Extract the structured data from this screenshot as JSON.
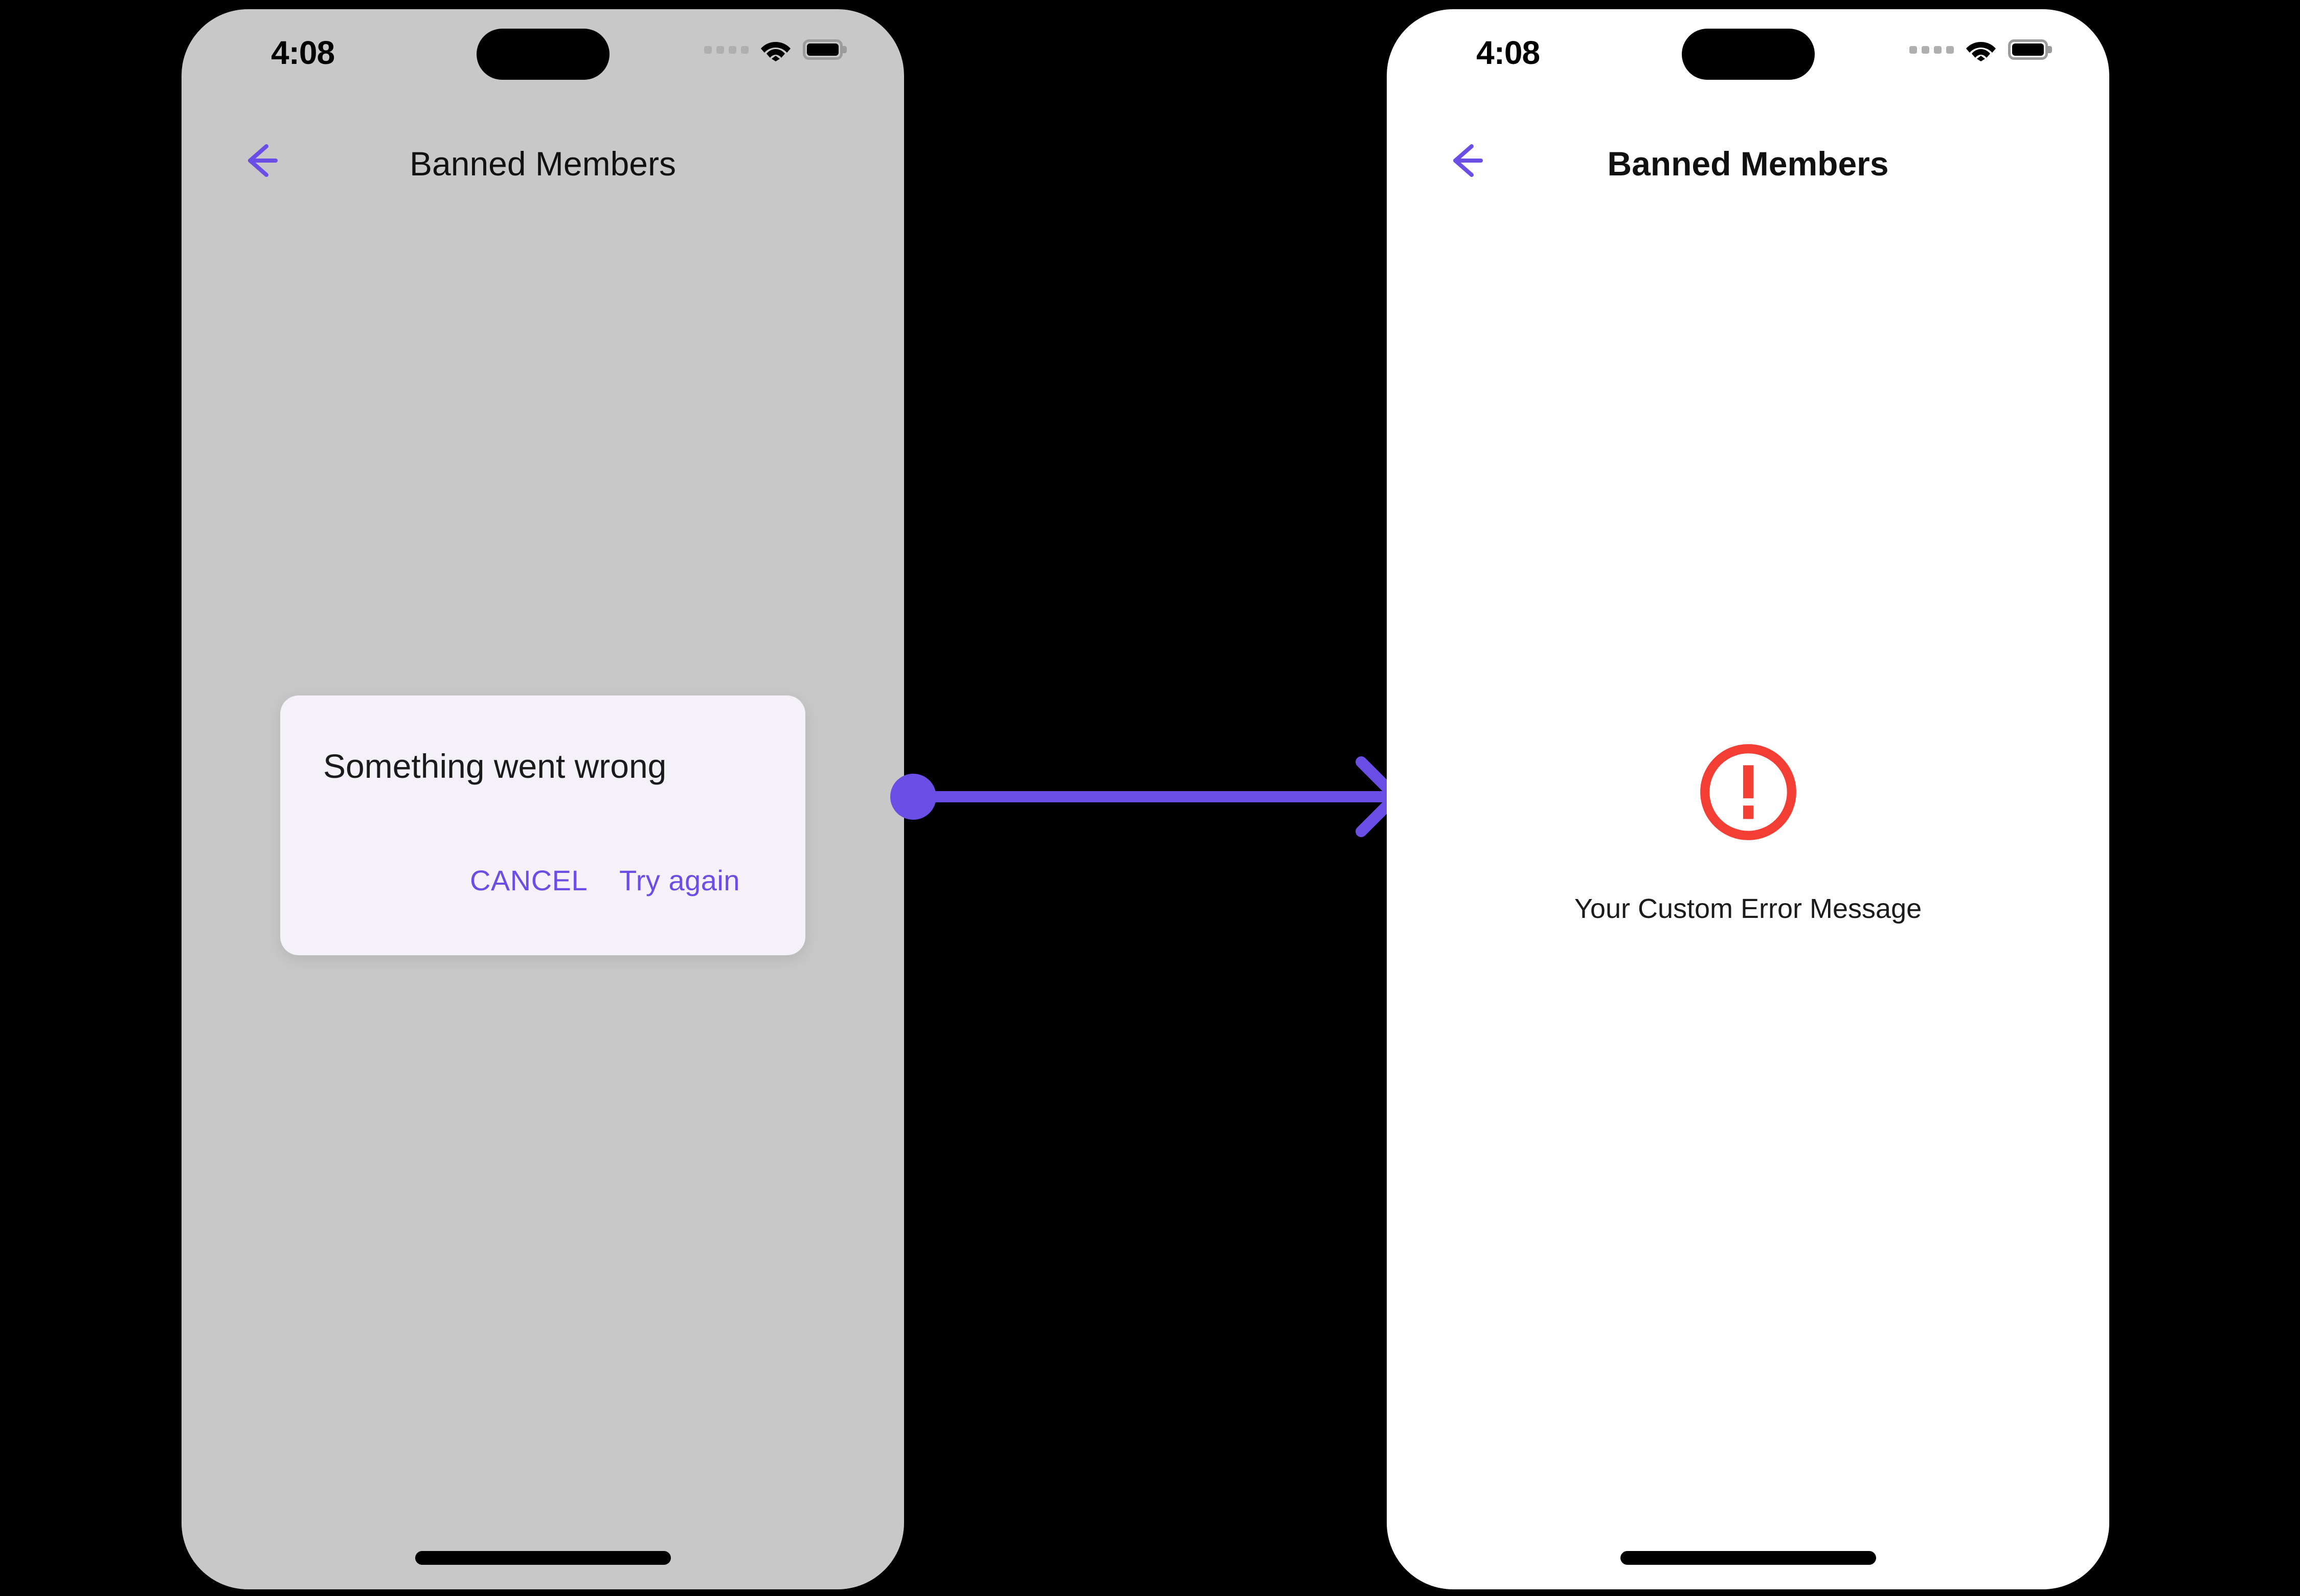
{
  "canvas": {
    "background": "#000000"
  },
  "theme": {
    "accent_purple": "#6B4EE6",
    "error_red": "#F23E35",
    "dialog_surface": "#F4F1F8",
    "left_screen_background": "#C8C8C8",
    "right_screen_background": "#FFFFFF"
  },
  "phones": [
    {
      "id": "before",
      "status_bar": {
        "time": "4:08",
        "cellular_icon": "cellular-dots-icon",
        "wifi_icon": "wifi-icon",
        "battery_icon": "battery-icon",
        "dynamic_island": "dynamic-island"
      },
      "navbar": {
        "back_icon": "back-arrow-icon",
        "title": "Banned Members"
      },
      "dialog": {
        "title": "Something went wrong",
        "cancel_label": "CANCEL",
        "retry_label": "Try again"
      },
      "home_indicator": "home-indicator"
    },
    {
      "id": "after",
      "status_bar": {
        "time": "4:08",
        "cellular_icon": "cellular-dots-icon",
        "wifi_icon": "wifi-icon",
        "battery_icon": "battery-icon",
        "dynamic_island": "dynamic-island"
      },
      "navbar": {
        "back_icon": "back-arrow-icon",
        "title": "Banned Members"
      },
      "error_state": {
        "icon": "error-exclamation-circle-icon",
        "message": "Your Custom Error Message"
      },
      "home_indicator": "home-indicator"
    }
  ],
  "connector": {
    "icon": "arrow-right-connector",
    "start_marker": "filled-circle",
    "end_marker": "chevron-arrowhead",
    "color": "#6B4EE6"
  }
}
